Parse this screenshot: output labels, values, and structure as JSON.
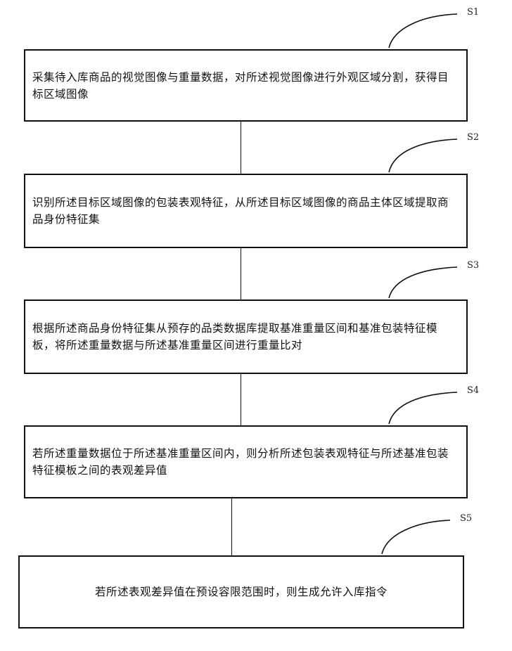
{
  "flowchart": {
    "steps": [
      {
        "label": "S1",
        "text": "采集待入库商品的视觉图像与重量数据，对所述视觉图像进行外观区域分割，获得目标区域图像"
      },
      {
        "label": "S2",
        "text": "识别所述目标区域图像的包装表观特征，从所述目标区域图像的商品主体区域提取商品身份特征集"
      },
      {
        "label": "S3",
        "text": "根据所述商品身份特征集从预存的品类数据库提取基准重量区间和基准包装特征模板，将所述重量数据与所述基准重量区间进行重量比对"
      },
      {
        "label": "S4",
        "text": "若所述重量数据位于所述基准重量区间内，则分析所述包装表观特征与所述基准包装特征模板之间的表观差异值"
      },
      {
        "label": "S5",
        "text": "若所述表观差异值在预设容限范围时，则生成允许入库指令"
      }
    ]
  }
}
